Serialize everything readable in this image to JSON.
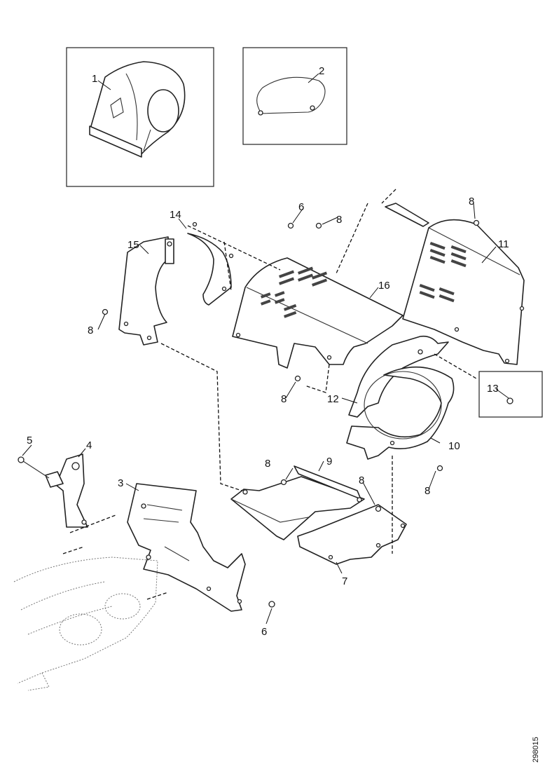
{
  "callouts": [
    "1",
    "2",
    "3",
    "4",
    "5",
    "6",
    "6",
    "7",
    "8",
    "8",
    "8",
    "8",
    "8",
    "8",
    "8",
    "8",
    "9",
    "10",
    "11",
    "12",
    "13",
    "14",
    "15",
    "16"
  ],
  "reference_code": "298015"
}
